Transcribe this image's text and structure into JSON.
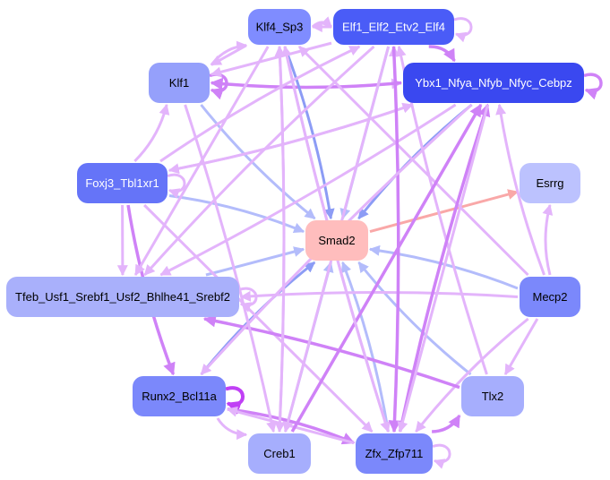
{
  "title": "Regulatory network",
  "nodes": [
    {
      "id": "Klf4_Sp3",
      "label": "Klf4_Sp3",
      "fill": "#7f8cff",
      "text": "#000000"
    },
    {
      "id": "Elf1",
      "label": "Elf1_Elf2_Etv2_Elf4",
      "fill": "#4a5cf7",
      "text": "#ffffff"
    },
    {
      "id": "Ybx1",
      "label": "Ybx1_Nfya_Nfyb_Nfyc_Cebpz",
      "fill": "#3a48f0",
      "text": "#ffffff"
    },
    {
      "id": "Klf1",
      "label": "Klf1",
      "fill": "#95a0fb",
      "text": "#000000"
    },
    {
      "id": "Foxj3",
      "label": "Foxj3_Tbl1xr1",
      "fill": "#6574f8",
      "text": "#ffffff"
    },
    {
      "id": "Esrrg",
      "label": "Esrrg",
      "fill": "#bcc2fe",
      "text": "#000000"
    },
    {
      "id": "Smad2",
      "label": "Smad2",
      "fill": "#ffbdbd",
      "text": "#000000"
    },
    {
      "id": "Tfeb",
      "label": "Tfeb_Usf1_Srebf1_Usf2_Bhlhe41_Srebf2",
      "fill": "#a9b0fb",
      "text": "#000000"
    },
    {
      "id": "Mecp2",
      "label": "Mecp2",
      "fill": "#7b88fb",
      "text": "#000000"
    },
    {
      "id": "Runx2",
      "label": "Runx2_Bcl11a",
      "fill": "#7b88fb",
      "text": "#000000"
    },
    {
      "id": "Tlx2",
      "label": "Tlx2",
      "fill": "#a6aefd",
      "text": "#000000"
    },
    {
      "id": "Creb1",
      "label": "Creb1",
      "fill": "#a6aefd",
      "text": "#000000"
    },
    {
      "id": "Zfx",
      "label": "Zfx_Zfp711",
      "fill": "#7b88fb",
      "text": "#000000"
    }
  ],
  "edge_colors": {
    "activation": "#e3b4fb",
    "strong": "#cf82f7",
    "very_strong": "#c040f5",
    "repression": "#b3bcfb",
    "strong_repression": "#8c9cf5",
    "smad_out": "#f9a8a8"
  },
  "edges": [
    {
      "from": "Klf4_Sp3",
      "to": "Elf1",
      "type": "activation"
    },
    {
      "from": "Elf1",
      "to": "Klf4_Sp3",
      "type": "activation"
    },
    {
      "from": "Elf1",
      "to": "Elf1",
      "type": "activation"
    },
    {
      "from": "Elf1",
      "to": "Ybx1",
      "type": "strong"
    },
    {
      "from": "Ybx1",
      "to": "Ybx1",
      "type": "strong"
    },
    {
      "from": "Klf1",
      "to": "Klf1",
      "type": "strong"
    },
    {
      "from": "Klf1",
      "to": "Klf4_Sp3",
      "type": "activation"
    },
    {
      "from": "Klf4_Sp3",
      "to": "Klf1",
      "type": "activation"
    },
    {
      "from": "Klf1",
      "to": "Ybx1",
      "type": "activation"
    },
    {
      "from": "Ybx1",
      "to": "Klf1",
      "type": "strong"
    },
    {
      "from": "Elf1",
      "to": "Klf1",
      "type": "activation"
    },
    {
      "from": "Klf1",
      "to": "Smad2",
      "type": "repression"
    },
    {
      "from": "Klf4_Sp3",
      "to": "Smad2",
      "type": "strong_repression"
    },
    {
      "from": "Elf1",
      "to": "Smad2",
      "type": "repression"
    },
    {
      "from": "Ybx1",
      "to": "Smad2",
      "type": "strong_repression"
    },
    {
      "from": "Foxj3",
      "to": "Smad2",
      "type": "repression"
    },
    {
      "from": "Tfeb",
      "to": "Smad2",
      "type": "repression"
    },
    {
      "from": "Mecp2",
      "to": "Smad2",
      "type": "repression"
    },
    {
      "from": "Runx2",
      "to": "Smad2",
      "type": "strong_repression"
    },
    {
      "from": "Creb1",
      "to": "Smad2",
      "type": "repression"
    },
    {
      "from": "Zfx",
      "to": "Smad2",
      "type": "repression"
    },
    {
      "from": "Tlx2",
      "to": "Smad2",
      "type": "repression"
    },
    {
      "from": "Smad2",
      "to": "Esrrg",
      "type": "smad_out"
    },
    {
      "from": "Foxj3",
      "to": "Klf1",
      "type": "activation"
    },
    {
      "from": "Foxj3",
      "to": "Foxj3",
      "type": "activation"
    },
    {
      "from": "Foxj3",
      "to": "Tfeb",
      "type": "activation"
    },
    {
      "from": "Foxj3",
      "to": "Ybx1",
      "type": "activation"
    },
    {
      "from": "Foxj3",
      "to": "Elf1",
      "type": "activation"
    },
    {
      "from": "Foxj3",
      "to": "Zfx",
      "type": "activation"
    },
    {
      "from": "Foxj3",
      "to": "Runx2",
      "type": "strong"
    },
    {
      "from": "Ybx1",
      "to": "Foxj3",
      "type": "activation"
    },
    {
      "from": "Klf4_Sp3",
      "to": "Tfeb",
      "type": "activation"
    },
    {
      "from": "Elf1",
      "to": "Tfeb",
      "type": "activation"
    },
    {
      "from": "Ybx1",
      "to": "Tfeb",
      "type": "activation"
    },
    {
      "from": "Tfeb",
      "to": "Tfeb",
      "type": "activation"
    },
    {
      "from": "Mecp2",
      "to": "Tfeb",
      "type": "activation"
    },
    {
      "from": "Mecp2",
      "to": "Esrrg",
      "type": "activation"
    },
    {
      "from": "Mecp2",
      "to": "Tlx2",
      "type": "activation"
    },
    {
      "from": "Mecp2",
      "to": "Zfx",
      "type": "activation"
    },
    {
      "from": "Mecp2",
      "to": "Ybx1",
      "type": "activation"
    },
    {
      "from": "Mecp2",
      "to": "Klf4_Sp3",
      "type": "activation"
    },
    {
      "from": "Tlx2",
      "to": "Tfeb",
      "type": "strong"
    },
    {
      "from": "Tlx2",
      "to": "Elf1",
      "type": "activation"
    },
    {
      "from": "Runx2",
      "to": "Runx2",
      "type": "very_strong"
    },
    {
      "from": "Runx2",
      "to": "Creb1",
      "type": "activation"
    },
    {
      "from": "Runx2",
      "to": "Zfx",
      "type": "strong"
    },
    {
      "from": "Zfx",
      "to": "Zfx",
      "type": "activation"
    },
    {
      "from": "Zfx",
      "to": "Tlx2",
      "type": "strong"
    },
    {
      "from": "Zfx",
      "to": "Ybx1",
      "type": "strong"
    },
    {
      "from": "Zfx",
      "to": "Runx2",
      "type": "activation"
    },
    {
      "from": "Zfx",
      "to": "Elf1",
      "type": "activation"
    },
    {
      "from": "Zfx",
      "to": "Klf4_Sp3",
      "type": "activation"
    },
    {
      "from": "Creb1",
      "to": "Ybx1",
      "type": "strong"
    },
    {
      "from": "Creb1",
      "to": "Klf4_Sp3",
      "type": "activation"
    },
    {
      "from": "Klf4_Sp3",
      "to": "Creb1",
      "type": "activation"
    },
    {
      "from": "Elf1",
      "to": "Creb1",
      "type": "activation"
    },
    {
      "from": "Klf4_Sp3",
      "to": "Zfx",
      "type": "activation"
    },
    {
      "from": "Elf1",
      "to": "Zfx",
      "type": "strong"
    },
    {
      "from": "Ybx1",
      "to": "Zfx",
      "type": "activation"
    },
    {
      "from": "Ybx1",
      "to": "Runx2",
      "type": "activation"
    },
    {
      "from": "Klf1",
      "to": "Creb1",
      "type": "activation"
    }
  ]
}
